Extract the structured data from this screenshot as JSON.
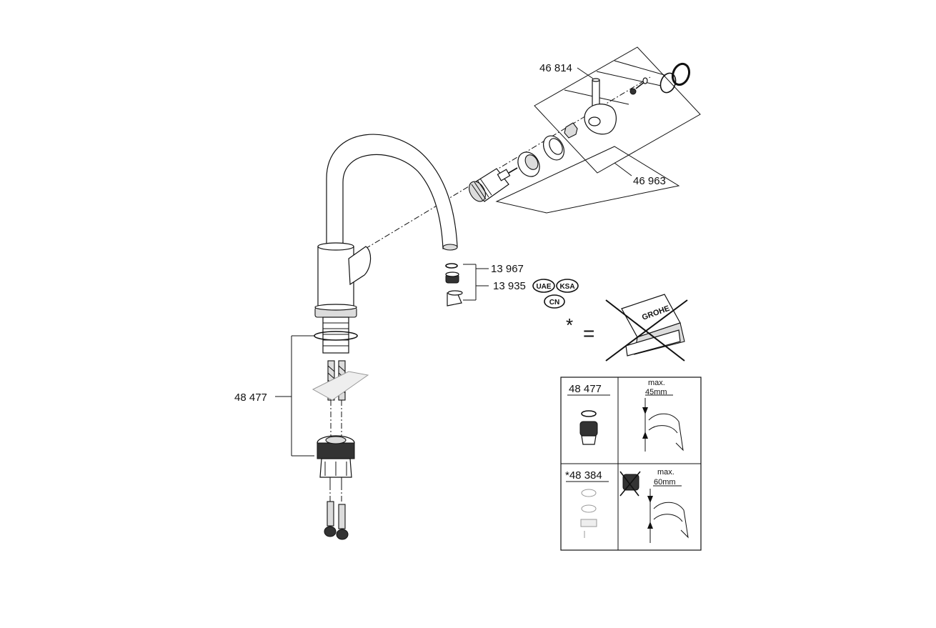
{
  "labels": {
    "p46814": "46 814",
    "p46963": "46 963",
    "p13967": "13 967",
    "p13935": "13 935",
    "p48477": "48 477"
  },
  "badges": {
    "uae": "UAE",
    "ksa": "KSA",
    "cn": "CN"
  },
  "note": {
    "asterisk": "*",
    "equals": "="
  },
  "logo": {
    "brand": "GROHE"
  },
  "table": {
    "top_left_part": "48 477",
    "top_right_label_1": "max.",
    "top_right_label_2": "45mm",
    "bottom_left_part": "*48 384",
    "bottom_right_label_1": "max.",
    "bottom_right_label_2": "60mm"
  }
}
